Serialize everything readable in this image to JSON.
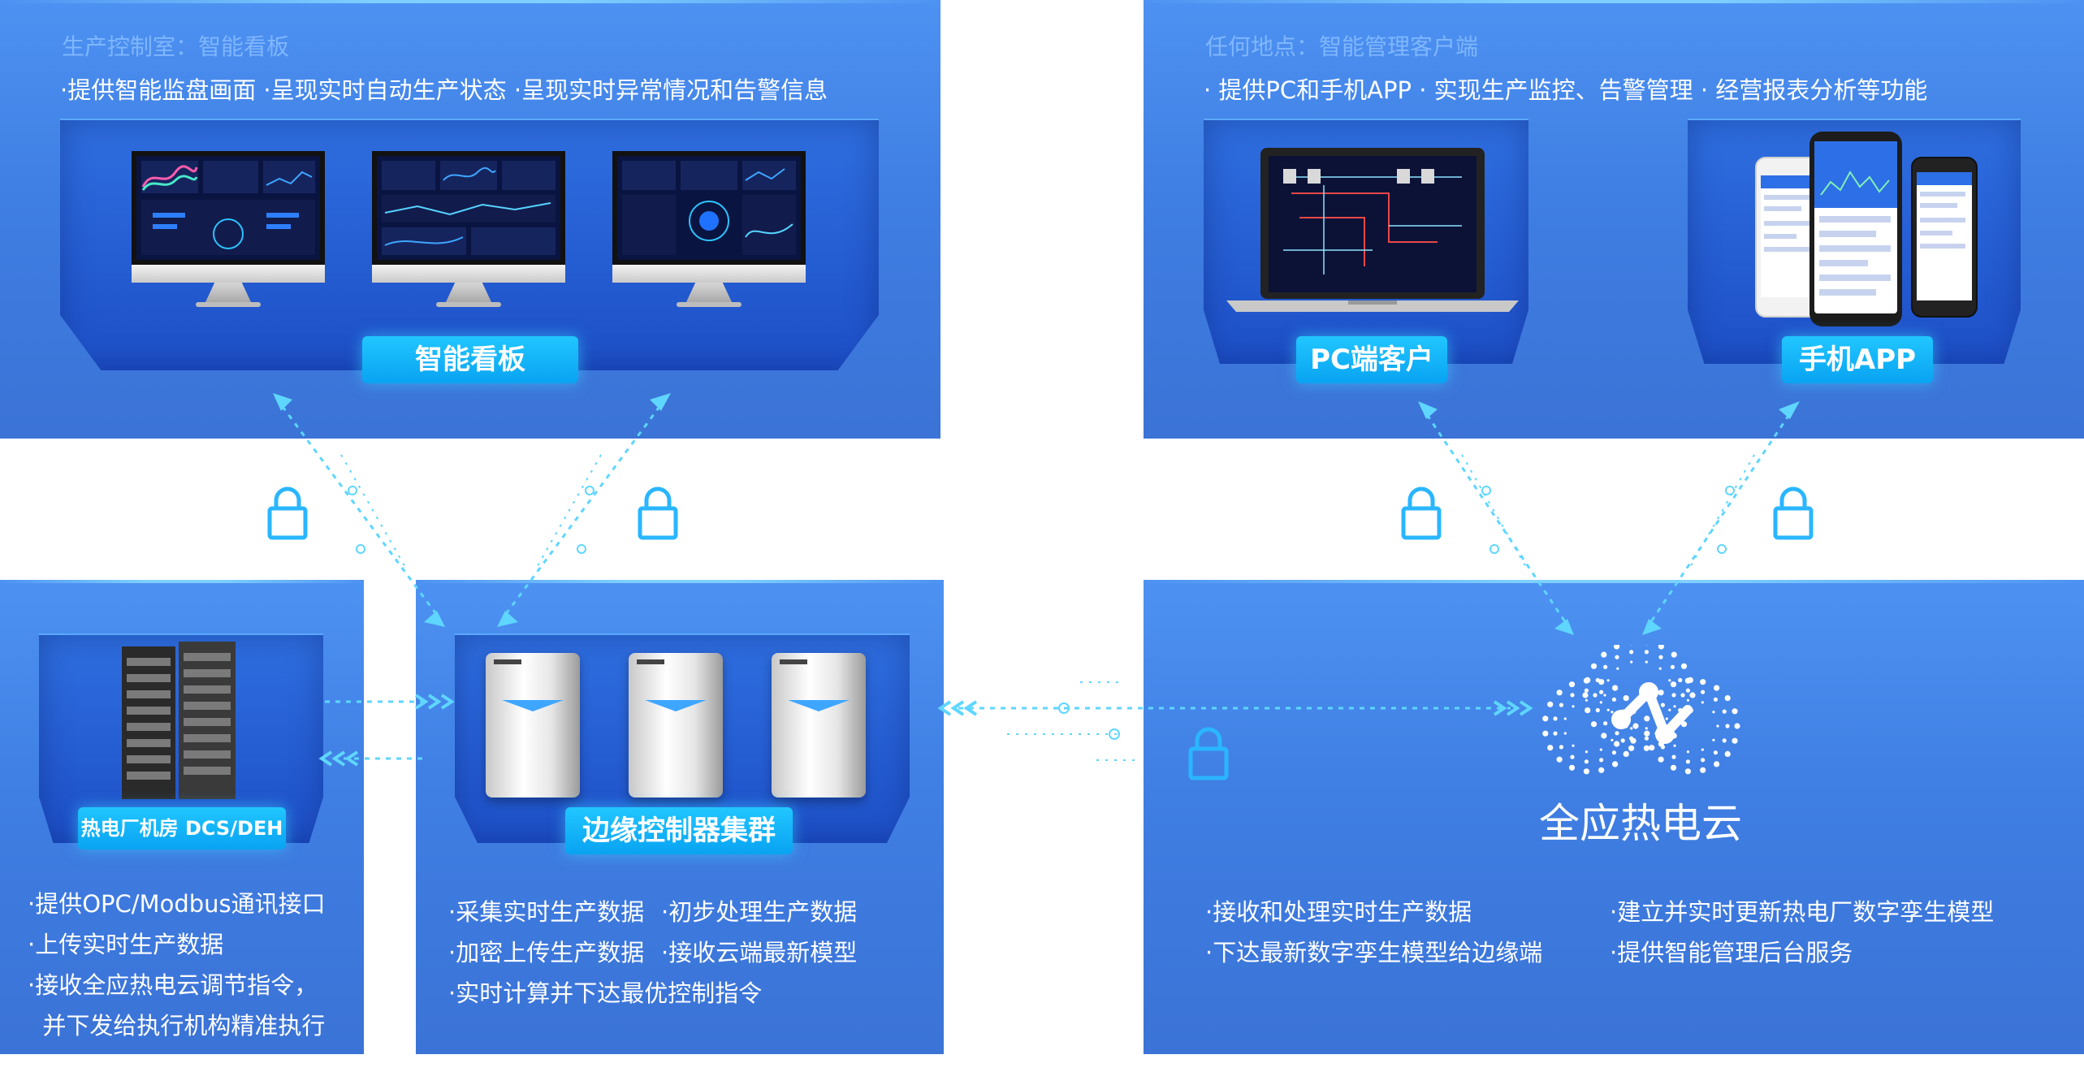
{
  "panels": {
    "top_left": {
      "title": "生产控制室：智能看板",
      "subtitle": "·提供智能监盘画面   ·呈现实时自动生产状态   ·呈现实时异常情况和告警信息",
      "label": "智能看板"
    },
    "top_right": {
      "title": "任何地点：智能管理客户端",
      "subtitle": "· 提供PC和手机APP      · 实现生产监控、告警管理    · 经营报表分析等功能",
      "label_pc": "PC端客户",
      "label_app": "手机APP"
    },
    "bottom_left": {
      "label": "热电厂机房 DCS/DEH",
      "bullets": [
        "·提供OPC/Modbus通讯接口",
        "·上传实时生产数据",
        "·接收全应热电云调节指令，",
        "  并下发给执行机构精准执行"
      ]
    },
    "bottom_mid": {
      "label": "边缘控制器集群",
      "bullets": [
        "·采集实时生产数据",
        "·初步处理生产数据",
        "·加密上传生产数据",
        "·接收云端最新模型",
        "·实时计算并下达最优控制指令"
      ]
    },
    "bottom_right": {
      "cloud_name": "全应热电云",
      "bullets": [
        "·接收和处理实时生产数据",
        "·建立并实时更新热电厂数字孪生模型",
        "·下达最新数字孪生模型给边缘端",
        "·提供智能管理后台服务"
      ]
    }
  },
  "icons": [
    "lock-icon",
    "arrow-icon",
    "cloud-icon",
    "server-rack-icon",
    "edge-controller-icon",
    "monitor-icon",
    "laptop-icon",
    "phone-icon"
  ],
  "colors": {
    "panel": "#4288ec",
    "accent": "#12b4f7",
    "link": "#5fd6ff"
  }
}
